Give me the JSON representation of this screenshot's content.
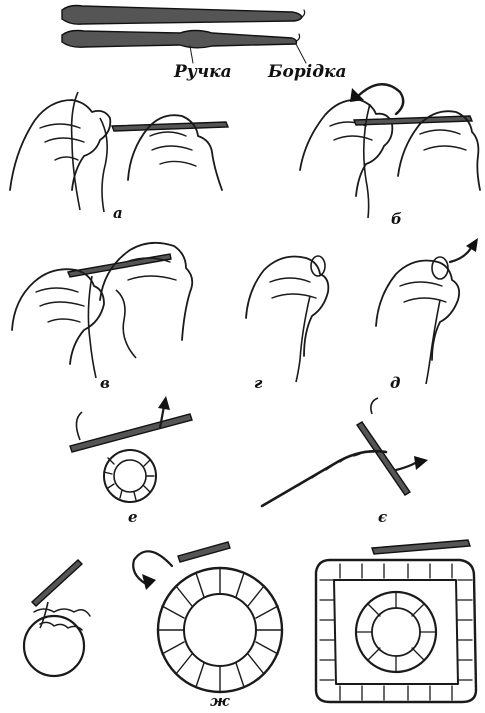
{
  "hook_parts": {
    "handle": "Ручка",
    "beard": "Борідка"
  },
  "steps": [
    "а",
    "б",
    "в",
    "г",
    "д",
    "е",
    "є",
    "ж"
  ]
}
